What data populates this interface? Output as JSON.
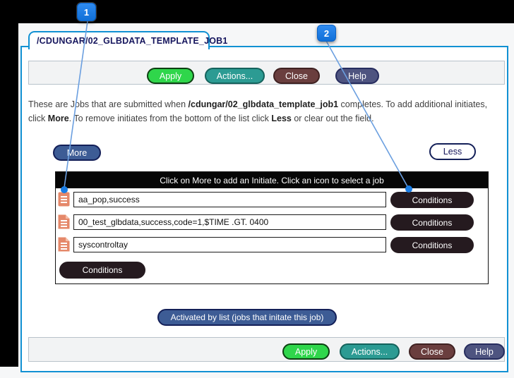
{
  "tab": {
    "title": "/CDUNGAR/02_GLBDATA_TEMPLATE_JOB1"
  },
  "callouts": {
    "badge1": "1",
    "badge2": "2"
  },
  "toolbar": {
    "apply": "Apply",
    "actions": "Actions...",
    "close": "Close",
    "help": "Help"
  },
  "description": {
    "part1": "These are Jobs that are submitted when ",
    "part2": "/cdungar/02_glbdata_template_job1",
    "part3": " completes. To add additional initiates, click ",
    "part4": "More",
    "part5": ". To remove initiates from the bottom of the list click ",
    "part6": "Less",
    "part7": " or clear out the field."
  },
  "controls": {
    "more": "More",
    "less": "Less",
    "conditions": "Conditions",
    "activated_by": "Activated by list (jobs that initate this job)"
  },
  "initiate_panel": {
    "header": "Click on More to add an Initiate. Click an icon to select a job",
    "rows": [
      {
        "icon": "document-solid-icon",
        "value": "aa_pop,success"
      },
      {
        "icon": "document-icon",
        "value": "00_test_glbdata,success,code=1,$TIME .GT. 0400"
      },
      {
        "icon": "document-icon",
        "value": "syscontroltay"
      }
    ]
  },
  "colors": {
    "window_border": "#1191d3",
    "badge_blue": "#1677e8",
    "callout_line": "#6b9fe0",
    "apply_green": "#2fd64b",
    "actions_teal": "#2c9b93",
    "close_maroon": "#6a3e3e",
    "help_slate": "#4e5480",
    "more_blue": "#3d5c95",
    "conditions_dark": "#251a1f",
    "doc_icon_salmon": "#e5886a",
    "panel_header_black": "#060606"
  }
}
